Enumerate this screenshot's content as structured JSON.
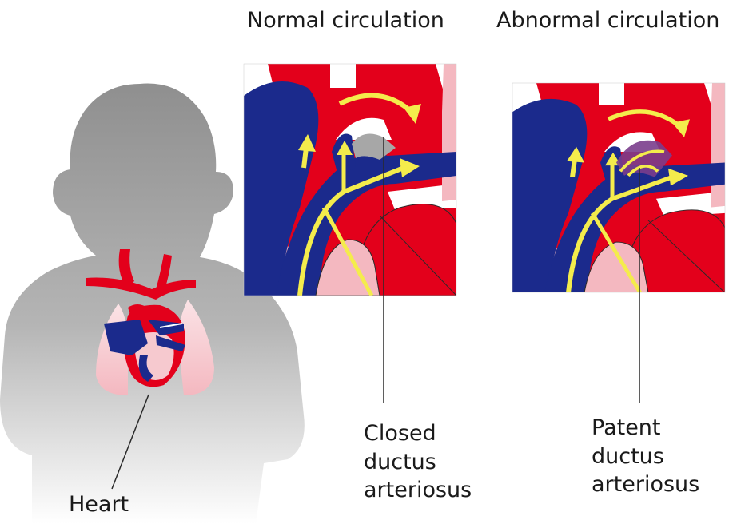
{
  "titles": {
    "normal": "Normal circulation",
    "abnormal": "Abnormal circulation"
  },
  "labels": {
    "heart": "Heart",
    "closed": [
      "Closed",
      "ductus",
      "arteriosus"
    ],
    "patent": [
      "Patent",
      "ductus",
      "arteriosus"
    ]
  },
  "colors": {
    "oxygenated": "#e3001b",
    "deoxygenated": "#1b2a8c",
    "flow_arrow": "#f4ec4c",
    "lung": "#f6c9cf",
    "body": "#9e9e9e",
    "mixed": "#7a3d8c"
  }
}
